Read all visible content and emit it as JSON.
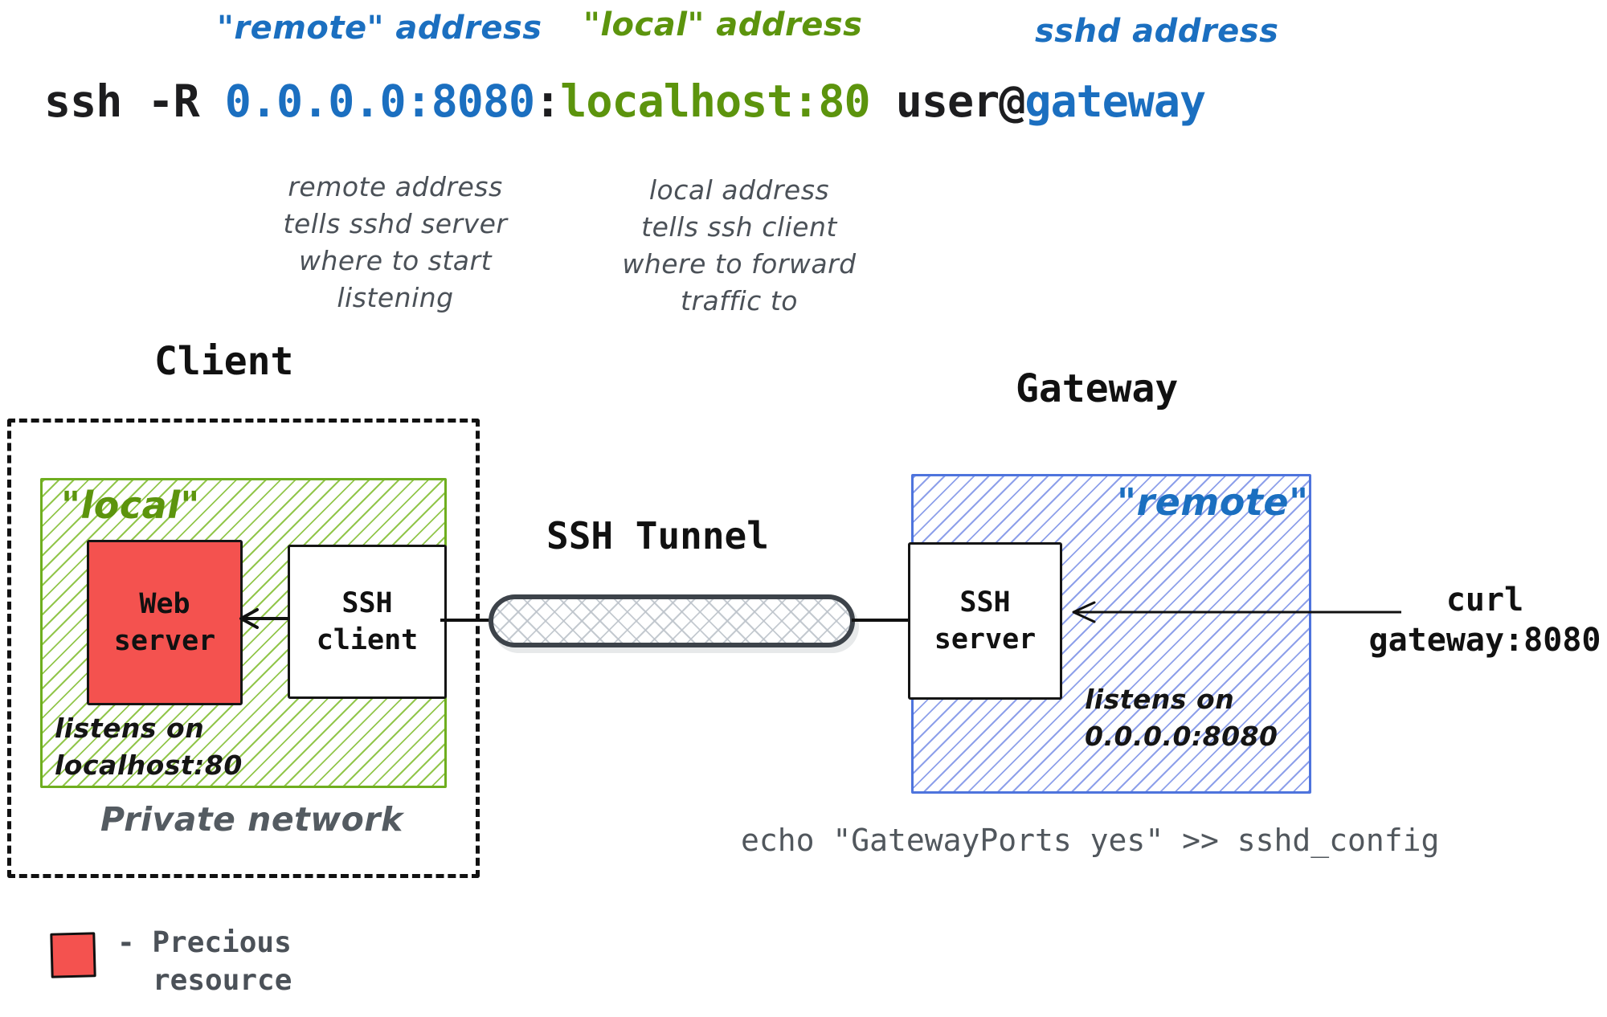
{
  "colors": {
    "blue": "#1b6fc0",
    "green": "#5c940d",
    "black": "#1d1d1f",
    "red_fill": "#f4524f"
  },
  "header": {
    "labels": {
      "remote": "\"remote\" address",
      "local": "\"local\" address",
      "sshd": "sshd address"
    },
    "command": {
      "part1": "ssh -R ",
      "part2": "0.0.0.0:8080",
      "part3": ":",
      "part4": "localhost:80",
      "part5": " user@",
      "part6": "gateway"
    },
    "annotations": {
      "remote": {
        "line1": "remote address",
        "line2": "tells sshd server",
        "line3": "where to start",
        "line4": "listening"
      },
      "local": {
        "line1": "local address",
        "line2": "tells ssh client",
        "line3": "where to forward",
        "line4": "traffic to"
      }
    }
  },
  "client": {
    "title": "Client",
    "network_label": "\"local\"",
    "web_server": {
      "line1": "Web",
      "line2": "server"
    },
    "ssh_client": {
      "line1": "SSH",
      "line2": "client"
    },
    "listens": {
      "line1": "listens on",
      "line2": "localhost:80"
    },
    "private_network": "Private network"
  },
  "tunnel": {
    "label": "SSH Tunnel"
  },
  "gateway": {
    "title": "Gateway",
    "network_label": "\"remote\"",
    "ssh_server": {
      "line1": "SSH",
      "line2": "server"
    },
    "listens": {
      "line1": "listens on",
      "line2": "0.0.0.0:8080"
    },
    "curl": {
      "line1": "curl",
      "line2": "gateway:8080"
    },
    "config_note": "echo \"GatewayPorts yes\" >> sshd_config"
  },
  "legend": {
    "line1": "- Precious",
    "line2": "resource"
  }
}
